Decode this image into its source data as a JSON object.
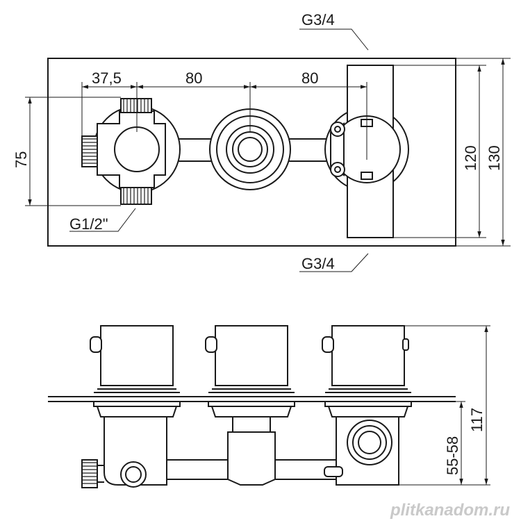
{
  "top_view": {
    "thread_top": "G3/4",
    "thread_bottom": "G3/4",
    "thread_left": "G1/2\"",
    "dim_spacing_1": "37,5",
    "dim_spacing_2": "80",
    "dim_spacing_3": "80",
    "dim_height_left": "75",
    "dim_height_inner": "120",
    "dim_height_outer": "130"
  },
  "side_view": {
    "dim_depth": "55-58",
    "dim_total": "117"
  },
  "watermark": "plitkanadom.ru"
}
